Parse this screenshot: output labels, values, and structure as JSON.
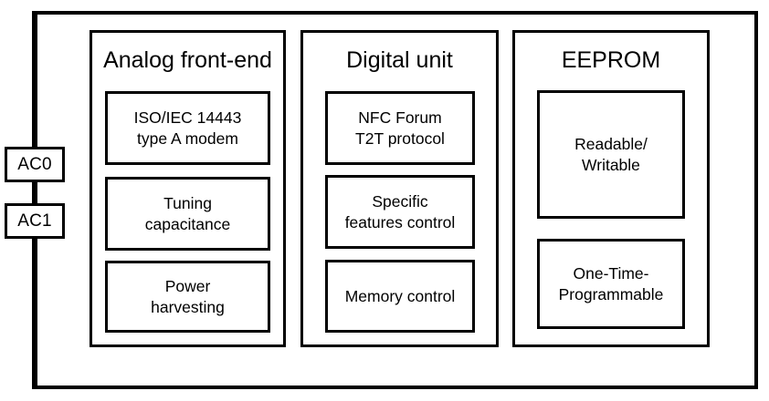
{
  "diagram": {
    "type": "block-diagram",
    "background_color": "#ffffff",
    "line_color": "#000000",
    "pins": [
      {
        "id": "ac0",
        "label": "AC0"
      },
      {
        "id": "ac1",
        "label": "AC1"
      }
    ],
    "sections": [
      {
        "id": "analog-front-end",
        "title": "Analog front-end",
        "blocks": [
          {
            "id": "iso-modem",
            "lines": [
              "ISO/IEC 14443",
              "type A modem"
            ]
          },
          {
            "id": "tuning-capacitance",
            "lines": [
              "Tuning",
              "capacitance"
            ]
          },
          {
            "id": "power-harvesting",
            "lines": [
              "Power",
              "harvesting"
            ]
          }
        ]
      },
      {
        "id": "digital-unit",
        "title": "Digital unit",
        "blocks": [
          {
            "id": "nfc-forum-t2t",
            "lines": [
              "NFC Forum",
              "T2T protocol"
            ]
          },
          {
            "id": "specific-features-control",
            "lines": [
              "Specific",
              "features control"
            ]
          },
          {
            "id": "memory-control",
            "lines": [
              "Memory control"
            ]
          }
        ]
      },
      {
        "id": "eeprom",
        "title": "EEPROM",
        "blocks": [
          {
            "id": "readable-writable",
            "lines": [
              "Readable/",
              "Writable"
            ]
          },
          {
            "id": "one-time-programmable",
            "lines": [
              "One-Time-",
              "Programmable"
            ]
          }
        ]
      }
    ]
  }
}
